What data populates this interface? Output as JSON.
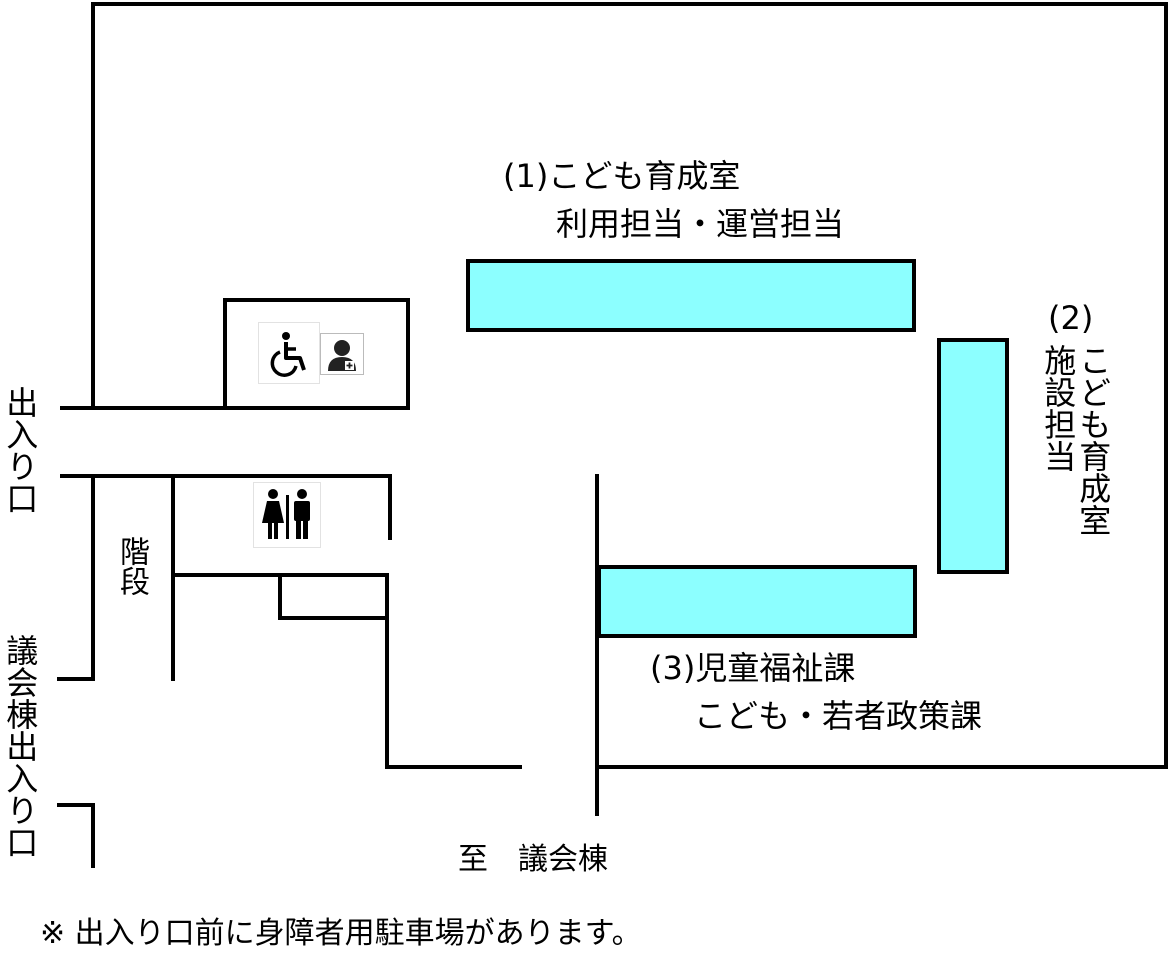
{
  "sections": [
    {
      "id": "1",
      "number": "(1)",
      "name": "こども育成室",
      "detail": "利用担当・運営担当"
    },
    {
      "id": "2",
      "number": "(2)",
      "name": "こども育成室",
      "detail": "施設担当"
    },
    {
      "id": "3",
      "number": "(3)",
      "name": "児童福祉課",
      "detail": "こども・若者政策課"
    }
  ],
  "labels": {
    "entrance": "出入り口",
    "assembly_entrance": "議会棟出入り口",
    "stairs": "階段",
    "to_assembly": "至　議会棟"
  },
  "note": "※ 出入り口前に身障者用駐車場があります。",
  "icons": {
    "accessible": "wheelchair-icon",
    "nurse": "nurse-care-icon",
    "restroom": "restroom-icon"
  },
  "colors": {
    "desk_fill": "#8cffff",
    "line": "#000000",
    "background": "#ffffff"
  }
}
